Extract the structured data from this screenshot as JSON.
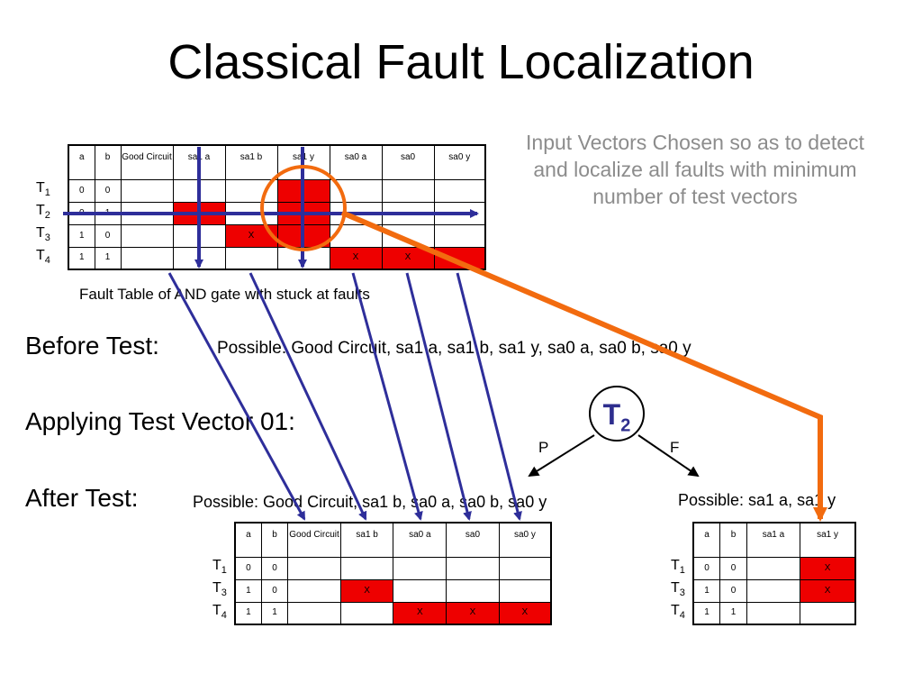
{
  "title": "Classical Fault Localization",
  "note": "Input Vectors Chosen so as to detect and localize all faults with minimum number of test vectors",
  "caption": "Fault Table of AND gate with stuck at faults",
  "before_label": "Before Test:",
  "before_possible": "Possible: Good Circuit, sa1 a, sa1 b, sa1 y, sa0 a, sa0 b, sa0 y",
  "apply_label": "Applying Test Vector 01:",
  "after_label": "After Test:",
  "after_possible_pass": "Possible: Good Circuit, sa1 b, sa0 a, sa0 b, sa0 y",
  "after_possible_fail": "Possible: sa1 a, sa1 y",
  "node": {
    "label": "T",
    "sub": "2"
  },
  "branch_pass": "P",
  "branch_fail": "F",
  "colors": {
    "arrow_blue": "#2e2e9a",
    "orange": "#f26b0f",
    "fail_red": "#ee0000",
    "note_gray": "#8c8c8c"
  },
  "table_main": {
    "headers": [
      "a",
      "b",
      "Good Circuit",
      "sa1 a",
      "sa1 b",
      "sa1 y",
      "sa0 a",
      "sa0",
      "sa0 y"
    ],
    "rows": [
      {
        "label": "T",
        "sub": "1",
        "cells": [
          "0",
          "0",
          "",
          "",
          "",
          "",
          "",
          "",
          ""
        ],
        "red": [
          5
        ]
      },
      {
        "label": "T",
        "sub": "2",
        "cells": [
          "0",
          "1",
          "",
          "",
          "",
          "",
          "",
          "",
          ""
        ],
        "red": [
          3,
          5
        ]
      },
      {
        "label": "T",
        "sub": "3",
        "cells": [
          "1",
          "0",
          "",
          "",
          "X",
          "",
          "",
          "",
          ""
        ],
        "red": [
          4,
          5
        ]
      },
      {
        "label": "T",
        "sub": "4",
        "cells": [
          "1",
          "1",
          "",
          "",
          "",
          "",
          "X",
          "X",
          ""
        ],
        "red": [
          6,
          7,
          8
        ]
      }
    ]
  },
  "table_pass": {
    "headers": [
      "a",
      "b",
      "Good Circuit",
      "sa1 b",
      "sa0 a",
      "sa0",
      "sa0 y"
    ],
    "rows": [
      {
        "label": "T",
        "sub": "1",
        "cells": [
          "0",
          "0",
          "",
          "",
          "",
          "",
          ""
        ],
        "red": []
      },
      {
        "label": "T",
        "sub": "3",
        "cells": [
          "1",
          "0",
          "",
          "X",
          "",
          "",
          ""
        ],
        "red": [
          3
        ]
      },
      {
        "label": "T",
        "sub": "4",
        "cells": [
          "1",
          "1",
          "",
          "",
          "X",
          "X",
          "X"
        ],
        "red": [
          4,
          5,
          6
        ]
      }
    ]
  },
  "table_fail": {
    "headers": [
      "a",
      "b",
      "sa1 a",
      "sa1 y"
    ],
    "rows": [
      {
        "label": "T",
        "sub": "1",
        "cells": [
          "0",
          "0",
          "",
          "X"
        ],
        "red": [
          3
        ]
      },
      {
        "label": "T",
        "sub": "3",
        "cells": [
          "1",
          "0",
          "",
          "X"
        ],
        "red": [
          3
        ]
      },
      {
        "label": "T",
        "sub": "4",
        "cells": [
          "1",
          "1",
          "",
          ""
        ],
        "red": []
      }
    ]
  }
}
